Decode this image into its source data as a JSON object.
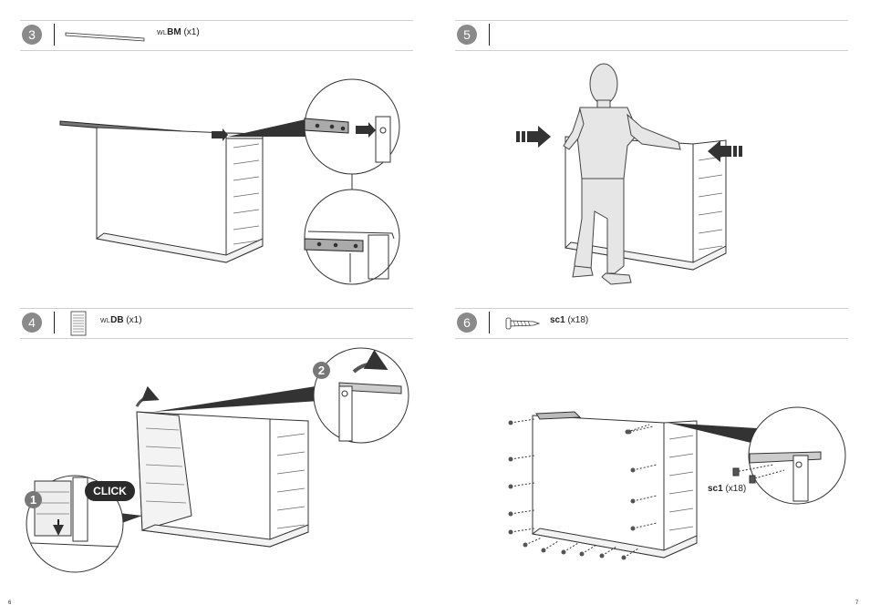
{
  "steps": [
    {
      "number": "3",
      "part_prefix": "WL",
      "part_code": "BM",
      "part_qty": "(x1)"
    },
    {
      "number": "5"
    },
    {
      "number": "4",
      "part_prefix": "WL",
      "part_code": "DB",
      "part_qty": "(x1)"
    },
    {
      "number": "6",
      "part_code": "sc1",
      "part_qty": "(x18)"
    }
  ],
  "step4_callouts": {
    "badge_1": "1",
    "badge_2": "2",
    "click": "CLICK"
  },
  "step6_callout": {
    "part_code": "sc1",
    "part_qty": "(x18)"
  },
  "pages": {
    "left": "6",
    "right": "7"
  }
}
